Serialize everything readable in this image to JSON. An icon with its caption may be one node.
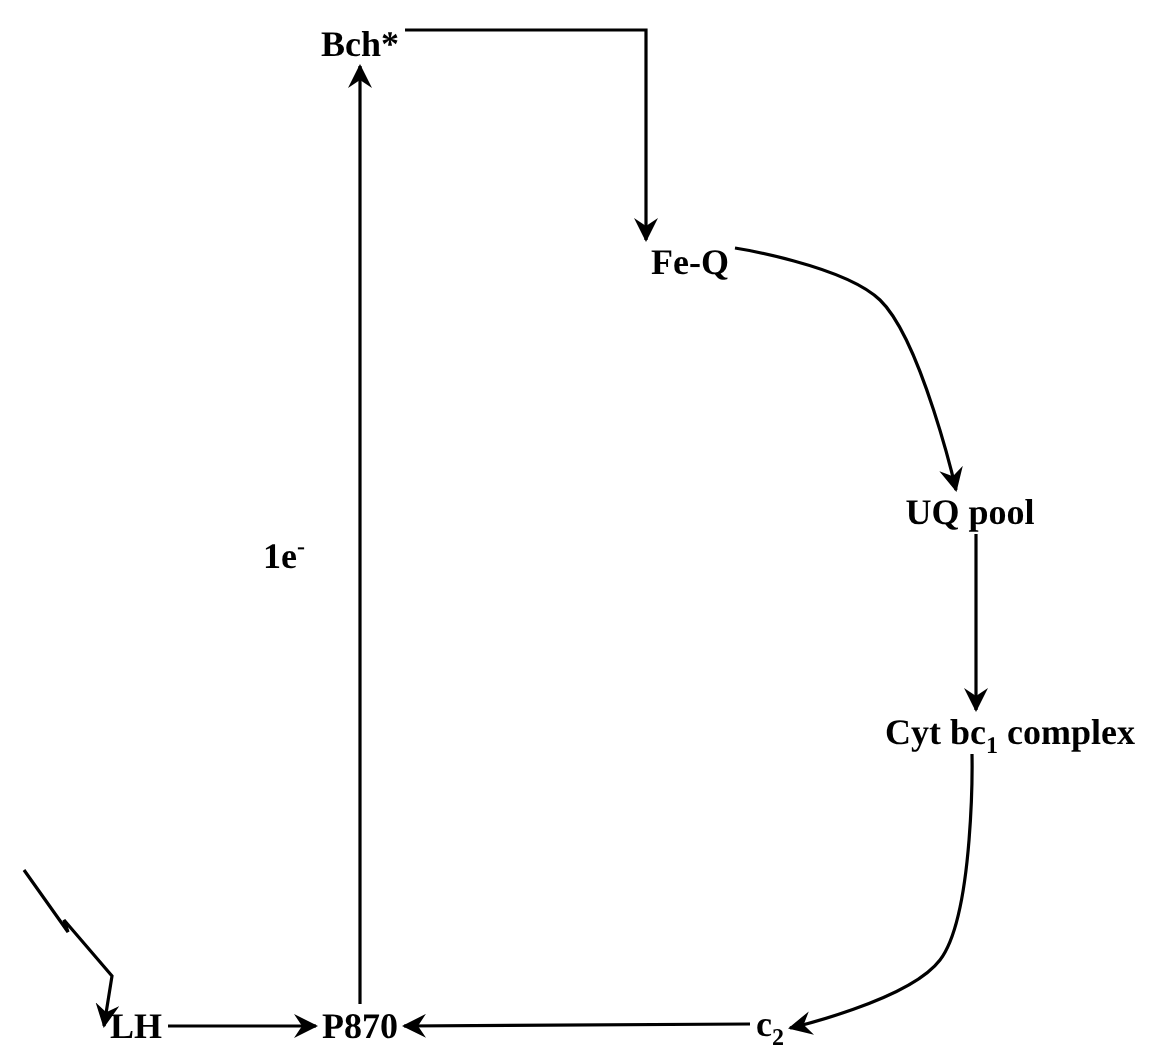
{
  "diagram": {
    "nodes": [
      {
        "text": [
          "Bch*"
        ]
      },
      {
        "text": [
          "Fe-Q"
        ]
      },
      {
        "text": [
          "UQ pool"
        ]
      },
      {
        "text": [
          "Cyt bc$_{1}$ complex"
        ]
      },
      {
        "text": [
          "c$_{2}$"
        ]
      },
      {
        "text": [
          "P870"
        ]
      },
      {
        "text": [
          "LH"
        ]
      }
    ],
    "edges": [
      {
        "from": 5,
        "to": 0,
        "arrow": "to",
        "label": "1e$^{-}$"
      },
      {
        "from": 0,
        "to": 1,
        "arrow": "to"
      },
      {
        "from": 1,
        "to": 2,
        "arrow": "to"
      },
      {
        "from": 2,
        "to": 3,
        "arrow": "to"
      },
      {
        "from": 3,
        "to": 4,
        "arrow": "to"
      },
      {
        "from": 4,
        "to": 5,
        "arrow": "to"
      },
      {
        "from": 6,
        "to": 5,
        "arrow": "to"
      },
      {
        "from": null,
        "to": 6,
        "arrow": "to"
      }
    ]
  }
}
